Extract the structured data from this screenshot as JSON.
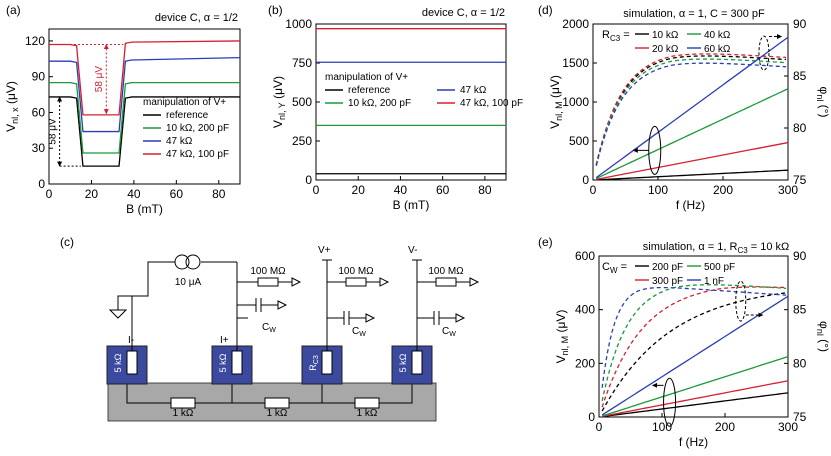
{
  "panels": {
    "a": {
      "label": "(a)",
      "chart_data": {
        "type": "line",
        "title": "device C, α = 1/2",
        "xlabel": "B (mT)",
        "ylabel_main": "V",
        "ylabel_sub": "nl, x",
        "ylabel_unit": " (μV)",
        "xlim": [
          0,
          90
        ],
        "ylim": [
          0,
          130
        ],
        "xticks": [
          0,
          20,
          40,
          60,
          80
        ],
        "yticks": [
          0,
          30,
          60,
          90,
          120
        ],
        "grid": false,
        "legend": {
          "title": "manipulation of V+",
          "placement": "lower-right"
        },
        "series": [
          {
            "name": "reference",
            "color": "#000000",
            "x": [
              0,
              10,
              13,
              16,
              33,
              36,
              39,
              90
            ],
            "y": [
              73,
              73,
              72,
              15,
              15,
              72,
              73,
              73
            ]
          },
          {
            "name": "10 kΩ, 200 pF",
            "color": "#1a9a3a",
            "x": [
              0,
              10,
              13,
              16,
              33,
              36,
              39,
              90
            ],
            "y": [
              85,
              85,
              84,
              26,
              26,
              84,
              85,
              85
            ]
          },
          {
            "name": "47 kΩ",
            "color": "#2b3db5",
            "x": [
              0,
              10,
              13,
              16,
              33,
              36,
              39,
              90
            ],
            "y": [
              103,
              103,
              102,
              44,
              44,
              103,
              104,
              106
            ]
          },
          {
            "name": "47 kΩ, 100 pF",
            "color": "#d62030",
            "x": [
              0,
              10,
              13,
              16,
              33,
              36,
              39,
              90
            ],
            "y": [
              117,
              117,
              116,
              58,
              58,
              118,
              119,
              120
            ]
          }
        ],
        "annotations": [
          {
            "text": "58 μV",
            "color": "#000000"
          },
          {
            "text": "58 μV",
            "color": "#d62030"
          }
        ]
      }
    },
    "b": {
      "label": "(b)",
      "chart_data": {
        "type": "line",
        "title": "device C, α = 1/2",
        "xlabel": "B (mT)",
        "ylabel_main": "V",
        "ylabel_sub": "nl, Y",
        "ylabel_unit": " (μV)",
        "xlim": [
          0,
          90
        ],
        "ylim": [
          0,
          1000
        ],
        "xticks": [
          0,
          20,
          40,
          60,
          80
        ],
        "yticks": [
          0,
          250,
          500,
          750,
          1000
        ],
        "grid": false,
        "legend": {
          "title": "manipulation of V+",
          "placement": "center"
        },
        "series": [
          {
            "name": "reference",
            "color": "#000000",
            "x": [
              0,
              90
            ],
            "y": [
              40,
              40
            ]
          },
          {
            "name": "10 kΩ, 200 pF",
            "color": "#1a9a3a",
            "x": [
              0,
              90
            ],
            "y": [
              350,
              350
            ]
          },
          {
            "name": "47 kΩ",
            "color": "#2b3db5",
            "x": [
              0,
              90
            ],
            "y": [
              755,
              755
            ]
          },
          {
            "name": "47 kΩ, 100 pF",
            "color": "#d62030",
            "x": [
              0,
              90
            ],
            "y": [
              970,
              970
            ]
          }
        ]
      }
    },
    "d": {
      "label": "(d)",
      "chart_data": {
        "type": "line",
        "title": "simulation, α = 1, C = 300 pF",
        "xlabel": "f (Hz)",
        "ylabel_main": "V",
        "ylabel_sub": "nl, M",
        "ylabel_unit": " (μV)",
        "y2label_main": "φ",
        "y2label_sub": "nl",
        "y2label_unit": " (°)",
        "xlim": [
          0,
          300
        ],
        "ylim": [
          0,
          2000
        ],
        "y2lim": [
          75,
          90
        ],
        "xticks": [
          0,
          100,
          200,
          300
        ],
        "yticks": [
          0,
          500,
          1000,
          1500,
          2000
        ],
        "y2ticks": [
          75,
          80,
          85,
          90
        ],
        "legend_prefix_main": "R",
        "legend_prefix_sub": "C3",
        "legend_prefix_tail": " =",
        "series": [
          {
            "name": "10 kΩ",
            "color": "#000000",
            "slope": 0.42,
            "phi_max": 87.3,
            "knee": 40
          },
          {
            "name": "20 kΩ",
            "color": "#d62030",
            "slope": 1.6,
            "phi_max": 87.5,
            "knee": 40
          },
          {
            "name": "40 kΩ",
            "color": "#1a9a3a",
            "slope": 3.9,
            "phi_max": 87.0,
            "knee": 40
          },
          {
            "name": "60 kΩ",
            "color": "#2b3db5",
            "slope": 6.1,
            "phi_max": 86.6,
            "knee": 40
          }
        ]
      }
    },
    "e": {
      "label": "(e)",
      "chart_data": {
        "type": "line",
        "title": "simulation, α = 1, R",
        "title_sub": "C3",
        "title_tail": " = 10 kΩ",
        "xlabel": "f (Hz)",
        "ylabel_main": "V",
        "ylabel_sub": "nl, M",
        "ylabel_unit": " (μV)",
        "y2label_main": "φ",
        "y2label_sub": "nl",
        "y2label_unit": " (°)",
        "xlim": [
          0,
          300
        ],
        "ylim": [
          0,
          600
        ],
        "y2lim": [
          75,
          90
        ],
        "xticks": [
          0,
          100,
          200,
          300
        ],
        "yticks": [
          0,
          200,
          400,
          600
        ],
        "y2ticks": [
          75,
          80,
          85,
          90
        ],
        "legend_prefix_main": "C",
        "legend_prefix_sub": "W",
        "legend_prefix_tail": " =",
        "series": [
          {
            "name": "200 pF",
            "color": "#000000",
            "slope": 0.3,
            "phi_max": 87.4,
            "knee": 110
          },
          {
            "name": "300 pF",
            "color": "#d62030",
            "slope": 0.45,
            "phi_max": 87.6,
            "knee": 65
          },
          {
            "name": "500 pF",
            "color": "#1a9a3a",
            "slope": 0.75,
            "phi_max": 87.7,
            "knee": 40
          },
          {
            "name": "1 nF",
            "color": "#2b3db5",
            "slope": 1.5,
            "phi_max": 87.3,
            "knee": 20
          }
        ]
      }
    },
    "c": {
      "label": "(c)",
      "source": "10 μA",
      "node_labels": [
        "V+",
        "V-"
      ],
      "probe_resistors": [
        "100 MΩ",
        "100 MΩ",
        "100 MΩ"
      ],
      "capacitors": [
        "C",
        "C",
        "C"
      ],
      "capacitor_sub": "W",
      "contacts": [
        {
          "name": "I-",
          "resistor": "5 kΩ"
        },
        {
          "name": "I+",
          "resistor": "5 kΩ"
        },
        {
          "name": "",
          "resistor": "R",
          "resistor_sub": "C3"
        },
        {
          "name": "",
          "resistor": "5 kΩ"
        }
      ],
      "channel_resistors": [
        "1 kΩ",
        "1 kΩ",
        "1 kΩ"
      ],
      "colors": {
        "contact": "#3b4a9e",
        "substrate": "#a8a8a8"
      }
    }
  }
}
